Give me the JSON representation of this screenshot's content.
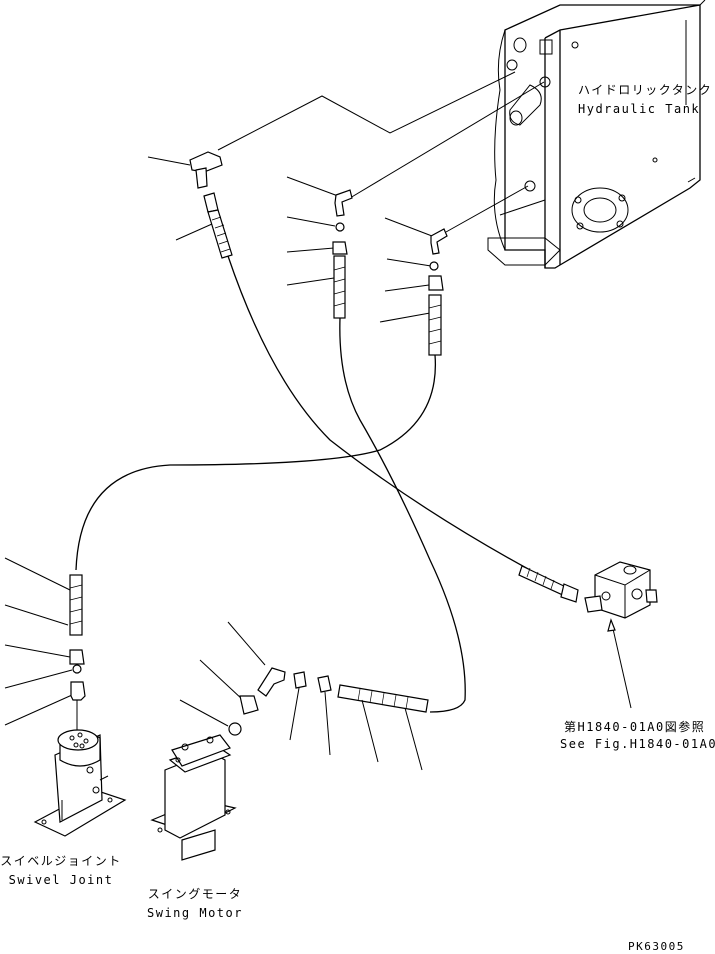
{
  "labels": {
    "hydraulic_tank_jp": "ハイドロリックタンク",
    "hydraulic_tank_en": "Hydraulic Tank",
    "see_fig_jp": "第H1840-01A0図参照",
    "see_fig_en": "See Fig.H1840-01A0",
    "swivel_joint_jp": "スイベルジョイント",
    "swivel_joint_en": "Swivel Joint",
    "swing_motor_jp": "スイングモータ",
    "swing_motor_en": "Swing Motor",
    "drawing_number": "PK63005"
  }
}
